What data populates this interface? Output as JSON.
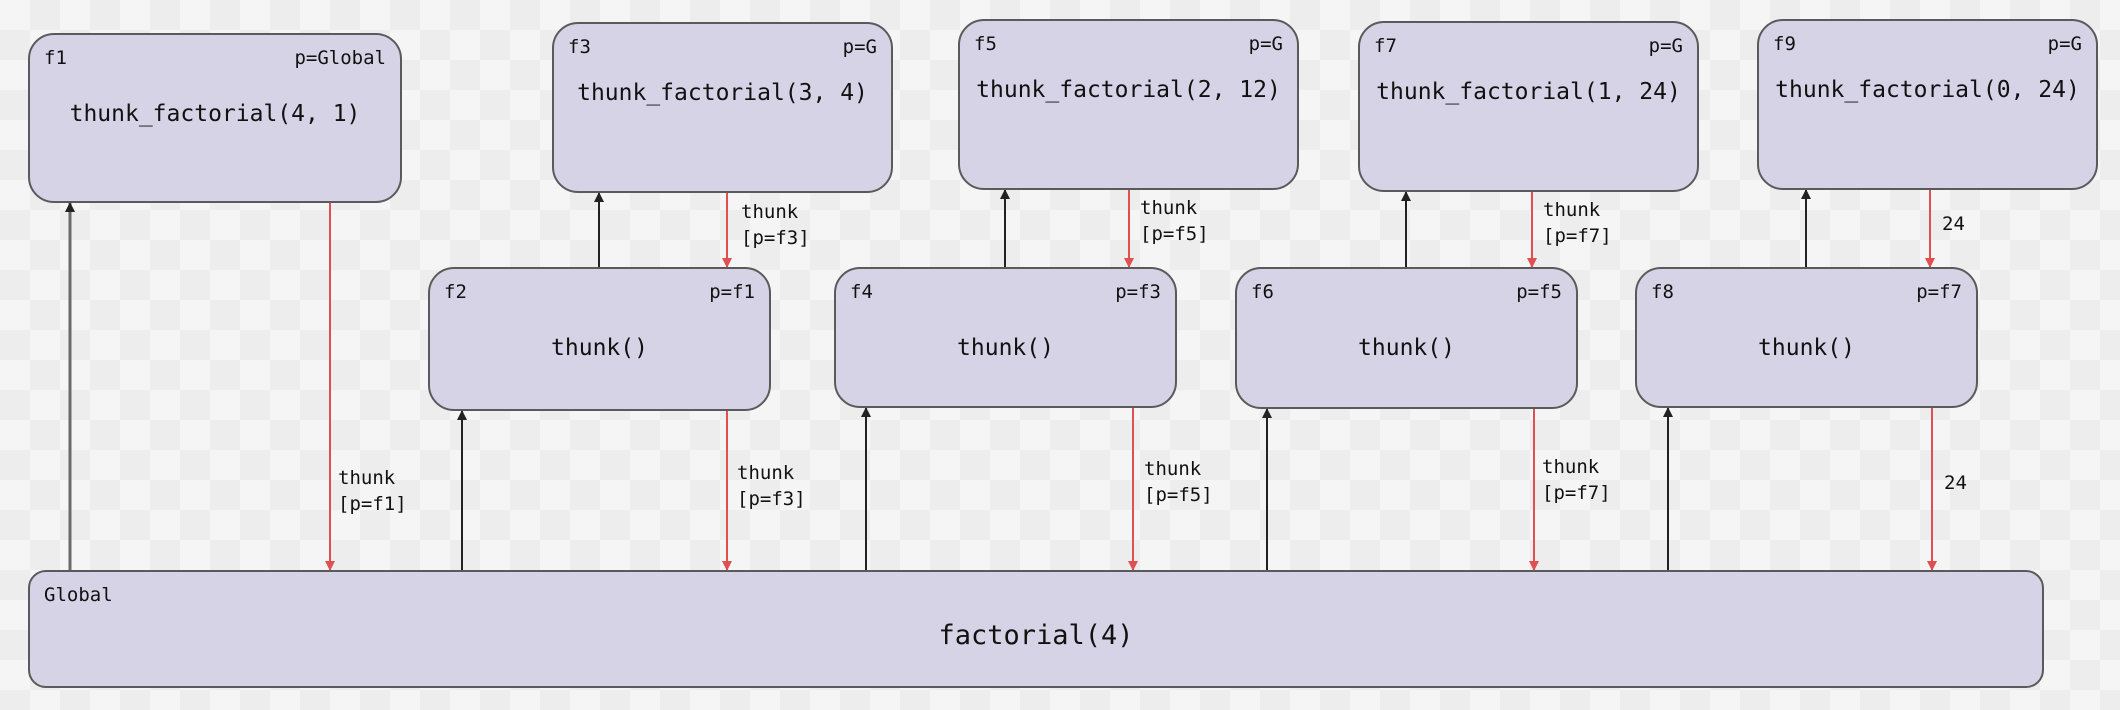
{
  "frames": {
    "f1": {
      "id": "f1",
      "parent": "p=Global",
      "call": "thunk_factorial(4, 1)"
    },
    "f2": {
      "id": "f2",
      "parent": "p=f1",
      "call": "thunk()"
    },
    "f3": {
      "id": "f3",
      "parent": "p=G",
      "call": "thunk_factorial(3, 4)"
    },
    "f4": {
      "id": "f4",
      "parent": "p=f3",
      "call": "thunk()"
    },
    "f5": {
      "id": "f5",
      "parent": "p=G",
      "call": "thunk_factorial(2, 12)"
    },
    "f6": {
      "id": "f6",
      "parent": "p=f5",
      "call": "thunk()"
    },
    "f7": {
      "id": "f7",
      "parent": "p=G",
      "call": "thunk_factorial(1, 24)"
    },
    "f8": {
      "id": "f8",
      "parent": "p=f7",
      "call": "thunk()"
    },
    "f9": {
      "id": "f9",
      "parent": "p=G",
      "call": "thunk_factorial(0, 24)"
    },
    "global": {
      "id": "Global",
      "call": "factorial(4)"
    }
  },
  "edge_labels": {
    "e1": {
      "line1": "thunk",
      "line2": "[p=f1]"
    },
    "e2": {
      "line1": "thunk",
      "line2": "[p=f3]"
    },
    "e3": {
      "line1": "thunk",
      "line2": "[p=f3]"
    },
    "e4": {
      "line1": "thunk",
      "line2": "[p=f5]"
    },
    "e5": {
      "line1": "thunk",
      "line2": "[p=f5]"
    },
    "e6": {
      "line1": "thunk",
      "line2": "[p=f7]"
    },
    "e7": {
      "line1": "thunk",
      "line2": "[p=f7]"
    },
    "e8": {
      "line1": "24"
    },
    "e9": {
      "line1": "24"
    }
  },
  "colors": {
    "frame_fill": "#d6d3e6",
    "frame_border": "#5a5a5a",
    "call_arrow": "#222222",
    "return_arrow": "#e05050"
  }
}
